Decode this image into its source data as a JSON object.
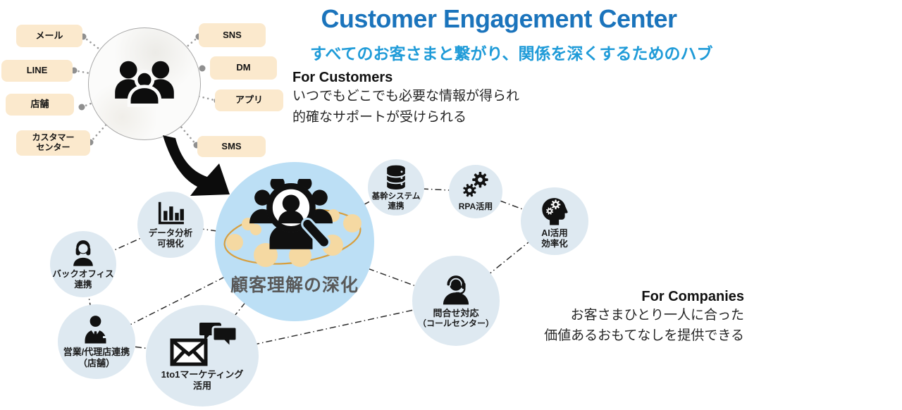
{
  "colors": {
    "title_blue": "#1b74bc",
    "subtitle_blue": "#1f9bd8",
    "box_peach": "#fbe9cd",
    "node_blue": "#dee9f1",
    "hub_blue": "#bcdff5",
    "ring_orange": "#d89f3e",
    "bead_tan": "#f5d9a2"
  },
  "header": {
    "title": "Customer Engagement Center",
    "subtitle": "すべてのお客さまと繋がり、関係を深くするためのハブ"
  },
  "for_customers": {
    "heading": "For Customers",
    "lines": [
      "いつでもどこでも必要な情報が得られ",
      "的確なサポートが受けられる"
    ]
  },
  "for_companies": {
    "heading": "For Companies",
    "lines": [
      "お客さまひとり一人に合った",
      "価値あるおもてなしを提供できる"
    ]
  },
  "channels": {
    "left": [
      {
        "label": "メール"
      },
      {
        "label": "LINE"
      },
      {
        "label": "店舗"
      },
      {
        "label": "カスタマー",
        "label2": "センター"
      }
    ],
    "right": [
      {
        "label": "SNS"
      },
      {
        "label": "DM"
      },
      {
        "label": "アプリ"
      },
      {
        "label": "SMS"
      }
    ]
  },
  "hub": {
    "label": "顧客理解の深化"
  },
  "nodes": {
    "data_analysis": {
      "line1": "データ分析",
      "line2": "可視化"
    },
    "back_office": {
      "line1": "バックオフィス",
      "line2": "連携"
    },
    "sales_agency": {
      "line1": "営業/代理店連携",
      "line2": "（店舗）"
    },
    "one_to_one": {
      "line1": "1to1マーケティング",
      "line2": "活用"
    },
    "core_system": {
      "line1": "基幹システム",
      "line2": "連携"
    },
    "rpa": {
      "line1": "RPA活用",
      "line2": ""
    },
    "ai": {
      "line1": "AI活用",
      "line2": "効率化"
    },
    "call_center": {
      "line1": "問合せ対応",
      "line2": "（コールセンター）"
    }
  }
}
